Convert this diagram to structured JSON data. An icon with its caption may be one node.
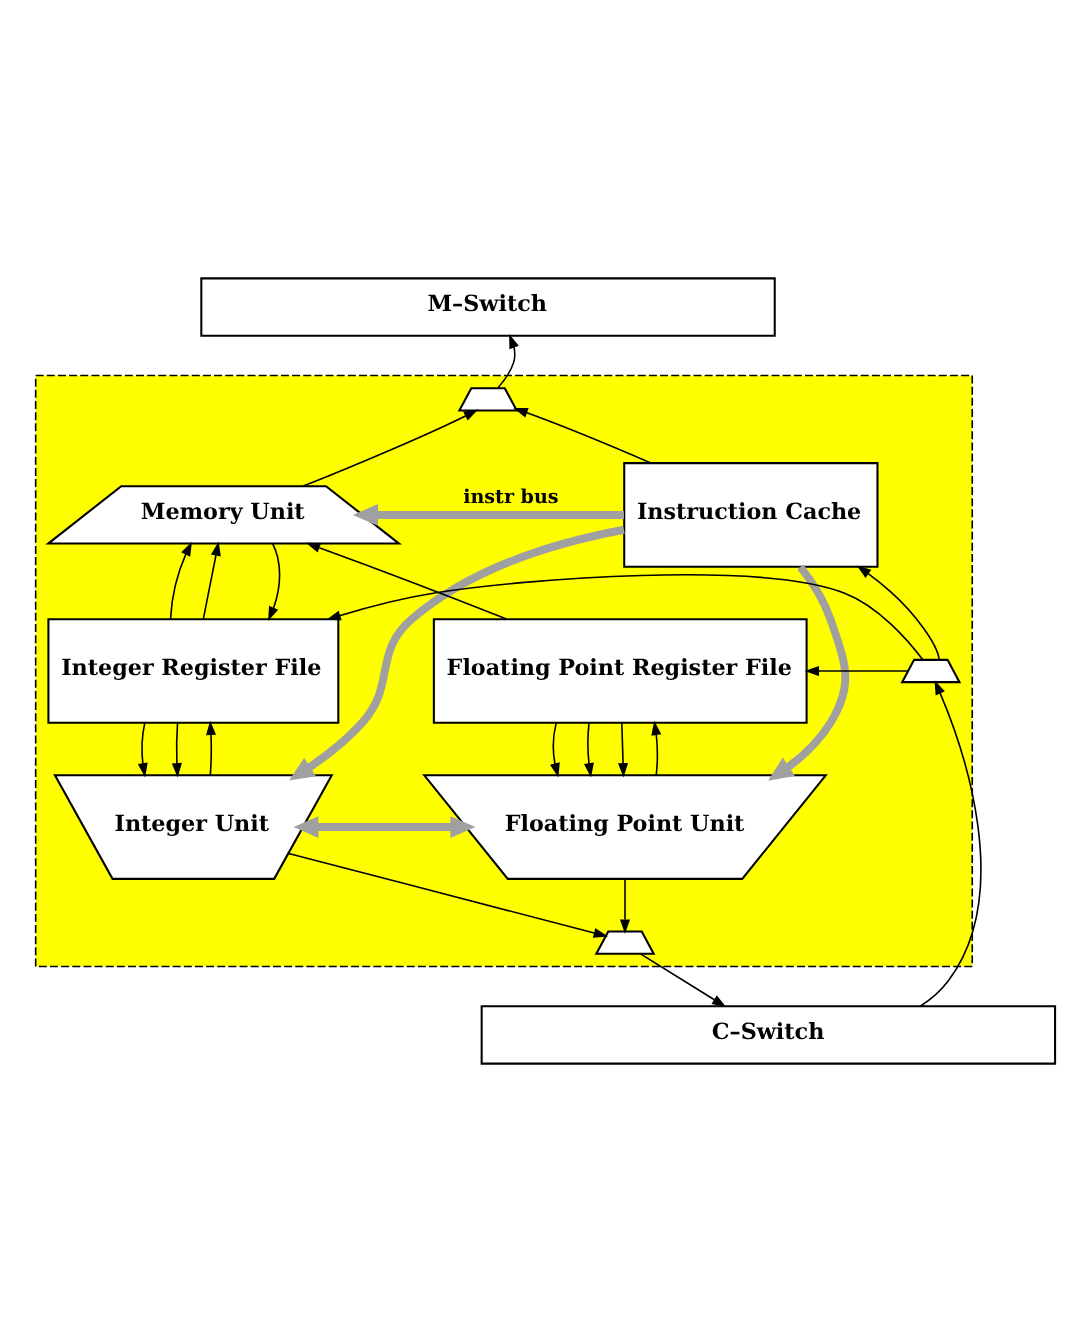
{
  "diagram": {
    "nodes": [
      {
        "text": [
          "M–Switch"
        ]
      },
      {
        "text": [],
        "shape": "box"
      },
      {
        "text": [],
        "shape": "box",
        "in": 1
      },
      {
        "text": [
          "Memory Unit"
        ],
        "in": 1
      },
      {
        "text": [
          "Instruction Cache"
        ],
        "in": 1
      },
      {
        "text": [
          "Integer Register File"
        ],
        "in": 1
      },
      {
        "text": [
          "Floating Point Register File"
        ],
        "in": 1
      },
      {
        "text": [],
        "shape": "box",
        "in": 1
      },
      {
        "text": [
          "Integer Unit"
        ],
        "in": 1
      },
      {
        "text": [
          "Floating Point Unit"
        ],
        "in": 1
      },
      {
        "text": [],
        "shape": "box",
        "in": 1
      },
      {
        "text": [
          "C–Switch"
        ]
      }
    ],
    "edges": [
      {
        "from": 2,
        "to": 0,
        "arrow": "to"
      },
      {
        "from": 3,
        "to": 2,
        "arrow": "to"
      },
      {
        "from": 4,
        "to": 2,
        "arrow": "to"
      },
      {
        "from": 4,
        "to": 3,
        "arrow": "to",
        "label": "instr bus",
        "style": "thick",
        "color": "#a0a0a0"
      },
      {
        "from": 5,
        "to": 3,
        "arrow": "to"
      },
      {
        "from": 5,
        "to": 3,
        "arrow": "to"
      },
      {
        "from": 6,
        "to": 3,
        "arrow": "to"
      },
      {
        "from": 3,
        "to": 5,
        "arrow": "to"
      },
      {
        "from": 7,
        "to": 4,
        "arrow": "to"
      },
      {
        "from": 7,
        "to": 5,
        "arrow": "to"
      },
      {
        "from": 7,
        "to": 6,
        "arrow": "to"
      },
      {
        "from": 11,
        "to": 7,
        "arrow": "to"
      },
      {
        "from": 5,
        "to": 8,
        "arrow": "to"
      },
      {
        "from": 5,
        "to": 8,
        "arrow": "to"
      },
      {
        "from": 6,
        "to": 9,
        "arrow": "to"
      },
      {
        "from": 6,
        "to": 9,
        "arrow": "to"
      },
      {
        "from": 6,
        "to": 9,
        "arrow": "to"
      },
      {
        "from": 4,
        "to": 8,
        "arrow": "to",
        "style": "thick",
        "color": "#a0a0a0"
      },
      {
        "from": 4,
        "to": 9,
        "arrow": "to",
        "style": "thick",
        "color": "#a0a0a0"
      },
      {
        "from": 8,
        "to": 9,
        "arrow": "both",
        "style": "thick",
        "color": "#a0a0a0"
      },
      {
        "from": 8,
        "to": 10,
        "arrow": "to"
      },
      {
        "from": 8,
        "to": 5,
        "arrow": "to"
      },
      {
        "from": 9,
        "to": 10,
        "arrow": "to"
      },
      {
        "from": 9,
        "to": 6,
        "arrow": "to"
      },
      {
        "from": 10,
        "to": 11,
        "arrow": "to"
      }
    ]
  }
}
